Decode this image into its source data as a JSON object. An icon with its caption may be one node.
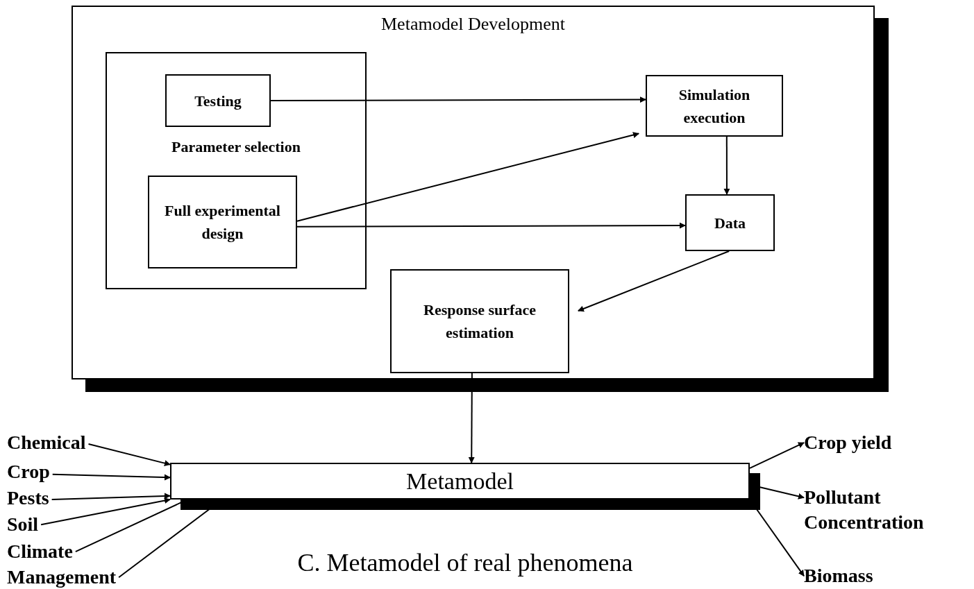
{
  "diagram": {
    "caption": "C. Metamodel of real phenomena",
    "nodes": [
      {
        "text": [
          "Metamodel Development"
        ]
      },
      {
        "text": [
          "Parameter selection"
        ],
        "in": 0
      },
      {
        "text": [
          "Testing"
        ],
        "in": 1
      },
      {
        "text": [
          "Full experimental design"
        ],
        "in": 1
      },
      {
        "text": [
          "Simulation execution"
        ],
        "in": 0
      },
      {
        "text": [
          "Data"
        ],
        "in": 0
      },
      {
        "text": [
          "Response surface estimation"
        ],
        "in": 0
      },
      {
        "text": [
          "Metamodel"
        ]
      },
      {
        "text": [
          "Chemical"
        ]
      },
      {
        "text": [
          "Crop"
        ]
      },
      {
        "text": [
          "Pests"
        ]
      },
      {
        "text": [
          "Soil"
        ]
      },
      {
        "text": [
          "Climate"
        ]
      },
      {
        "text": [
          "Management"
        ]
      },
      {
        "text": [
          "Crop yield"
        ]
      },
      {
        "text": [
          "Pollutant Concentration"
        ]
      },
      {
        "text": [
          "Biomass"
        ]
      }
    ],
    "edges": [
      {
        "from": 2,
        "to": 4,
        "arrow": "to"
      },
      {
        "from": 3,
        "to": 4,
        "arrow": "to"
      },
      {
        "from": 3,
        "to": 5,
        "arrow": "to"
      },
      {
        "from": 4,
        "to": 5,
        "arrow": "to"
      },
      {
        "from": 5,
        "to": 6,
        "arrow": "to"
      },
      {
        "from": 6,
        "to": 7,
        "arrow": "to"
      },
      {
        "from": 8,
        "to": 7,
        "arrow": "to"
      },
      {
        "from": 9,
        "to": 7,
        "arrow": "to"
      },
      {
        "from": 10,
        "to": 7,
        "arrow": "to"
      },
      {
        "from": 11,
        "to": 7,
        "arrow": "to"
      },
      {
        "from": 12,
        "to": 7,
        "arrow": "to"
      },
      {
        "from": 13,
        "to": 7,
        "arrow": "to"
      },
      {
        "from": 7,
        "to": 14,
        "arrow": "to"
      },
      {
        "from": 7,
        "to": 15,
        "arrow": "to"
      },
      {
        "from": 7,
        "to": 16,
        "arrow": "to"
      }
    ]
  }
}
